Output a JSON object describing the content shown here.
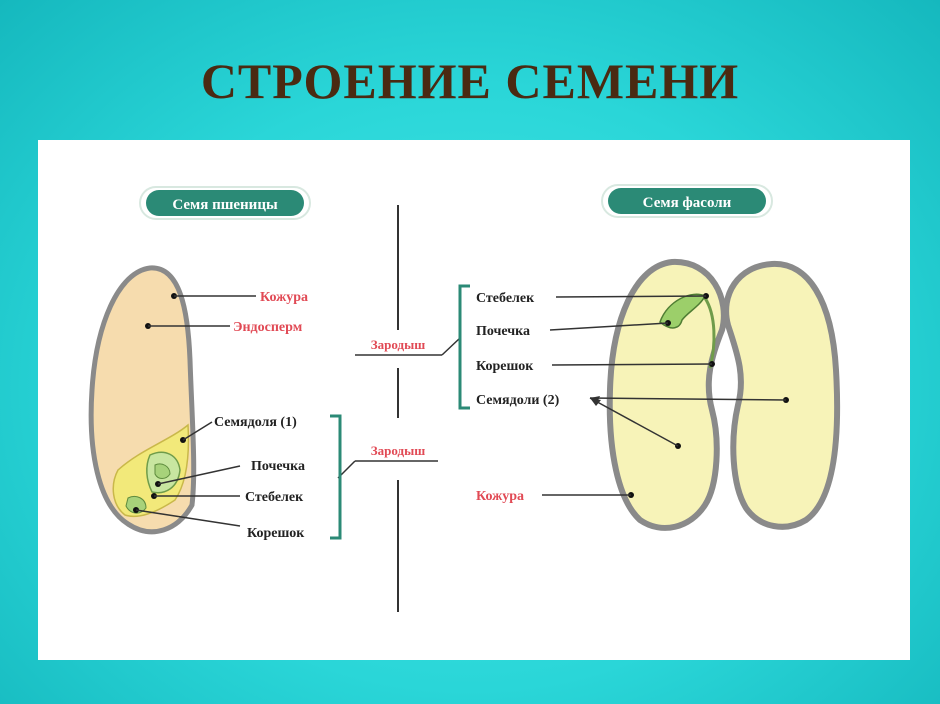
{
  "title": "СТРОЕНИЕ СЕМЕНИ",
  "wheat": {
    "header": "Семя пшеницы",
    "labels": {
      "skin": "Кожура",
      "endosperm": "Эндосперм",
      "cotyledon": "Семядоля (1)",
      "bud": "Почечка",
      "stem": "Стебелек",
      "root": "Корешок"
    }
  },
  "bean": {
    "header": "Семя фасоли",
    "labels": {
      "stem": "Стебелек",
      "bud": "Почечка",
      "root": "Корешок",
      "cotyledons": "Семядоли (2)",
      "skin": "Кожура"
    }
  },
  "embryo_left": "Зародыш",
  "embryo_right": "Зародыш",
  "colors": {
    "header_badge": "#2b8a76",
    "red_label": "#e14a55",
    "endosperm": "#f6dcae",
    "cotyledon": "#f7f3b8",
    "seed_outline": "#808080",
    "embryo_green": "#9ccf6a"
  }
}
